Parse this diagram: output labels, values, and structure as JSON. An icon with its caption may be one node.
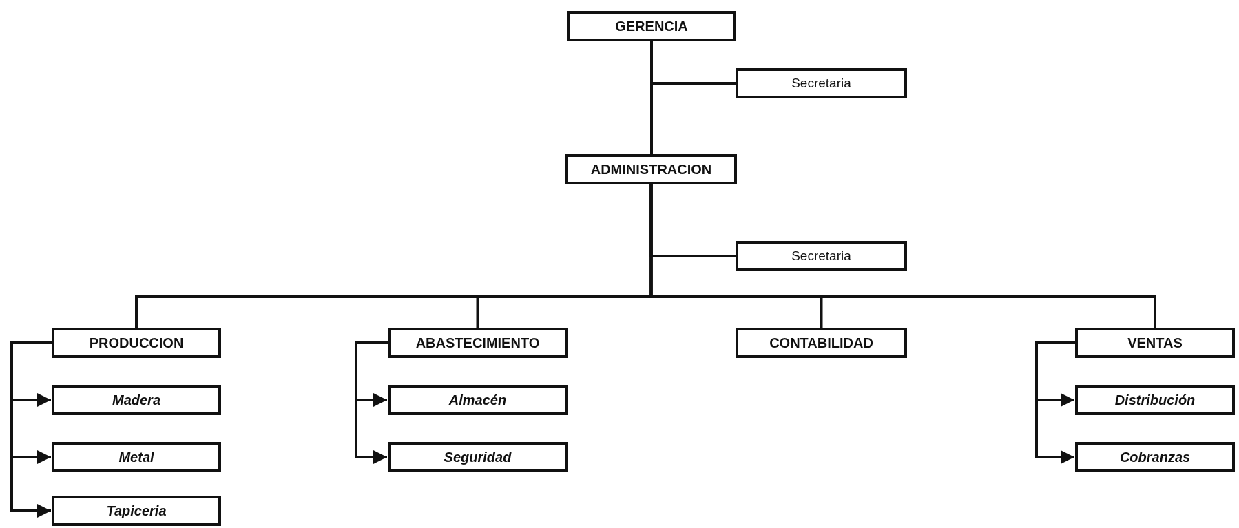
{
  "diagram": {
    "nodes": [
      {
        "text": [
          "GERENCIA"
        ]
      },
      {
        "text": [
          "Secretaria"
        ]
      },
      {
        "text": [
          "ADMINISTRACION"
        ]
      },
      {
        "text": [
          "Secretaria"
        ]
      },
      {
        "text": [
          "PRODUCCION"
        ]
      },
      {
        "text": [
          "Madera"
        ]
      },
      {
        "text": [
          "Metal"
        ]
      },
      {
        "text": [
          "Tapiceria"
        ]
      },
      {
        "text": [
          "ABASTECIMIENTO"
        ]
      },
      {
        "text": [
          "Almacén"
        ]
      },
      {
        "text": [
          "Seguridad"
        ]
      },
      {
        "text": [
          "CONTABILIDAD"
        ]
      },
      {
        "text": [
          "VENTAS"
        ]
      },
      {
        "text": [
          "Distribución"
        ]
      },
      {
        "text": [
          "Cobranzas"
        ]
      }
    ],
    "edges": [
      {
        "from": 0,
        "to": 1,
        "arrow": "none"
      },
      {
        "from": 0,
        "to": 2,
        "arrow": "none"
      },
      {
        "from": 2,
        "to": 3,
        "arrow": "none"
      },
      {
        "from": 2,
        "to": 4,
        "arrow": "none"
      },
      {
        "from": 2,
        "to": 8,
        "arrow": "none"
      },
      {
        "from": 2,
        "to": 11,
        "arrow": "none"
      },
      {
        "from": 2,
        "to": 12,
        "arrow": "none"
      },
      {
        "from": 4,
        "to": 5,
        "arrow": "to"
      },
      {
        "from": 4,
        "to": 6,
        "arrow": "to"
      },
      {
        "from": 4,
        "to": 7,
        "arrow": "to"
      },
      {
        "from": 8,
        "to": 9,
        "arrow": "to"
      },
      {
        "from": 8,
        "to": 10,
        "arrow": "to"
      },
      {
        "from": 12,
        "to": 13,
        "arrow": "to"
      },
      {
        "from": 12,
        "to": 14,
        "arrow": "to"
      }
    ]
  }
}
